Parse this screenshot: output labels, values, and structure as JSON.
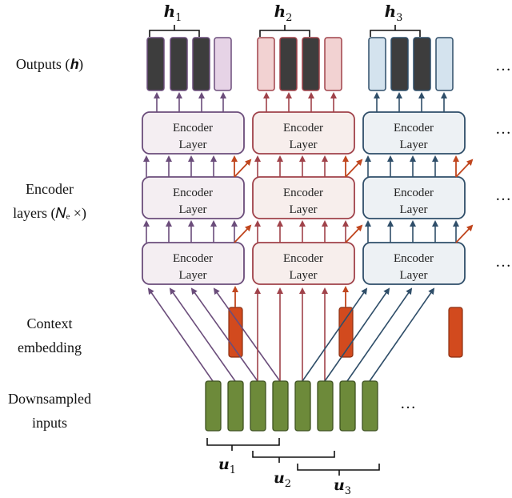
{
  "labels": {
    "outputs": "Outputs (𝒉)",
    "encoder_line1": "Encoder",
    "encoder_line2": "layers (𝑁ₑ ×)",
    "context_line1": "Context",
    "context_line2": "embedding",
    "downsampled_line1": "Downsampled",
    "downsampled_line2": "inputs"
  },
  "encoder_block": {
    "line1": "Encoder",
    "line2": "Layer"
  },
  "outputs": [
    {
      "name": "h",
      "sub": "1"
    },
    {
      "name": "h",
      "sub": "2"
    },
    {
      "name": "h",
      "sub": "3"
    }
  ],
  "inputs": [
    {
      "name": "u",
      "sub": "1"
    },
    {
      "name": "u",
      "sub": "2"
    },
    {
      "name": "u",
      "sub": "3"
    }
  ],
  "ellipsis": "…",
  "colors": {
    "purple": "#6b4d7b",
    "purple_fill": "#f4eef2",
    "purple_light": "#e6d3e6",
    "red": "#a0424a",
    "red_fill": "#f7eeec",
    "red_light": "#f2d2d2",
    "blue": "#2f4e69",
    "blue_fill": "#edf1f4",
    "blue_light": "#d4e3ee",
    "dark": "#3f3f3f",
    "context": "#d24a1e",
    "green": "#6d8a3a"
  }
}
